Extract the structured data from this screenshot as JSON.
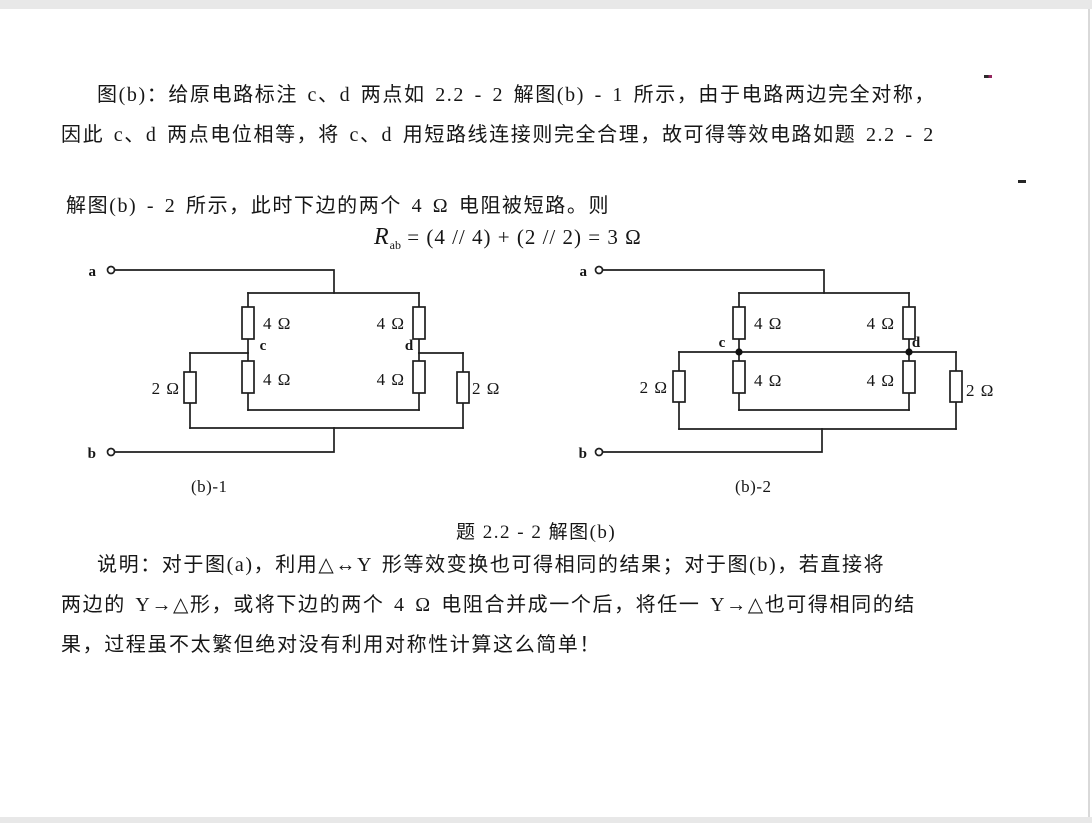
{
  "colors": {
    "ink": "#1c1c1c",
    "page_background": "#ffffff",
    "page_edge": "#e8e8e8",
    "page_edge_line": "#d9d9d9",
    "stray_mark_red": "#93265e",
    "stray_mark_dark": "#262626"
  },
  "text": {
    "para1": [
      "图(b)：给原电路标注 c、d 两点如 2.2 - 2 解图(b) - 1 所示，由于电路两边完全对称，",
      "因此 c、d 两点电位相等，将 c、d 用短路线连接则完全合理，故可得等效电路如题 2.2 - 2"
    ],
    "para2": "解图(b) - 2 所示，此时下边的两个 4 Ω 电阻被短路。则",
    "note": [
      "说明：对于图(a)，利用△↔Y 形等效变换也可得相同的结果；对于图(b)，若直接将",
      "两边的 Y→△形，或将下边的两个 4 Ω 电阻合并成一个后，将任一 Y→△也可得相同的结",
      "果，过程虽不太繁但绝对没有利用对称性计算这么简单！"
    ]
  },
  "formula": {
    "r": "R",
    "sub": "ab",
    "rest": " = (4 // 4) + (2 // 2) = 3 Ω"
  },
  "figure": {
    "caption": "题 2.2 - 2 解图(b)",
    "left": {
      "label": "(b)-1",
      "terminal_a": "a",
      "terminal_b": "b",
      "node_c": "c",
      "node_d": "d",
      "r_top_left": "4 Ω",
      "r_top_right": "4 Ω",
      "r_mid_left": "4 Ω",
      "r_mid_right": "4 Ω",
      "r_outer_left": "2 Ω",
      "r_outer_right": "2 Ω"
    },
    "right": {
      "label": "(b)-2",
      "terminal_a": "a",
      "terminal_b": "b",
      "node_c": "c",
      "node_d": "d",
      "r_top_left": "4 Ω",
      "r_top_right": "4 Ω",
      "r_mid_left": "4 Ω",
      "r_mid_right": "4 Ω",
      "r_outer_left": "2 Ω",
      "r_outer_right": "2 Ω"
    }
  }
}
